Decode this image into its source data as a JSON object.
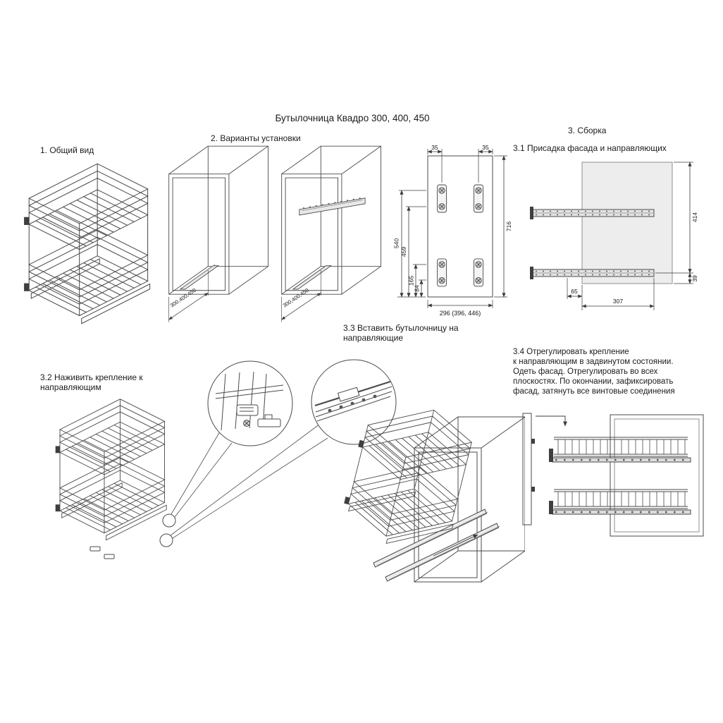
{
  "title": "Бутылочница Квадро 300, 400, 450",
  "sections": {
    "general_view": "1. Общий вид",
    "install_options": "2. Варианты установки",
    "assembly": "3. Сборка",
    "s31": "3.1 Присадка фасада и направляющих",
    "s32_l1": "3.2 Наживить крепление к",
    "s32_l2": "направляющим",
    "s33_l1": "3.3 Вставить бутылочницу на",
    "s33_l2": "направляющие",
    "s34_l1": "3.4 Отрегулировать крепление",
    "s34_l2": "к направляющим в задвинутом состоянии.",
    "s34_l3": "Одеть фасад. Отрегулировать во всех",
    "s34_l4": "плоскостях. По окончании, зафиксировать",
    "s34_l5": "фасад, затянуть все винтовые соединения"
  },
  "install": {
    "depth1": "300,400,450",
    "depth2": "300,400,450"
  },
  "drill": {
    "d35l": "35",
    "d35r": "35",
    "d716": "716",
    "d540": "540",
    "d459": "459",
    "d165": "165",
    "d84": "84",
    "dwidth": "296 (396, 446)"
  },
  "facade": {
    "d414": "414",
    "d39": "39",
    "d65": "65",
    "d307": "307"
  }
}
